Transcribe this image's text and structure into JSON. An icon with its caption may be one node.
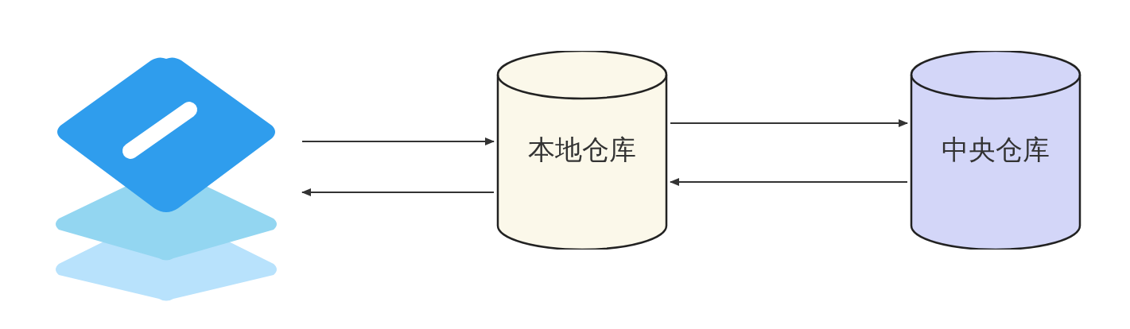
{
  "diagram": {
    "nodes": [
      {
        "text": [],
        "shape": "picture"
      },
      {
        "text": [
          "本地仓库"
        ]
      },
      {
        "text": [
          "中央仓库"
        ]
      }
    ],
    "edges": [
      {
        "from": 0,
        "to": 1,
        "arrow": "to"
      },
      {
        "from": 1,
        "to": 0,
        "arrow": "to"
      },
      {
        "from": 1,
        "to": 2,
        "arrow": "to"
      },
      {
        "from": 2,
        "to": 1,
        "arrow": "to"
      }
    ]
  }
}
